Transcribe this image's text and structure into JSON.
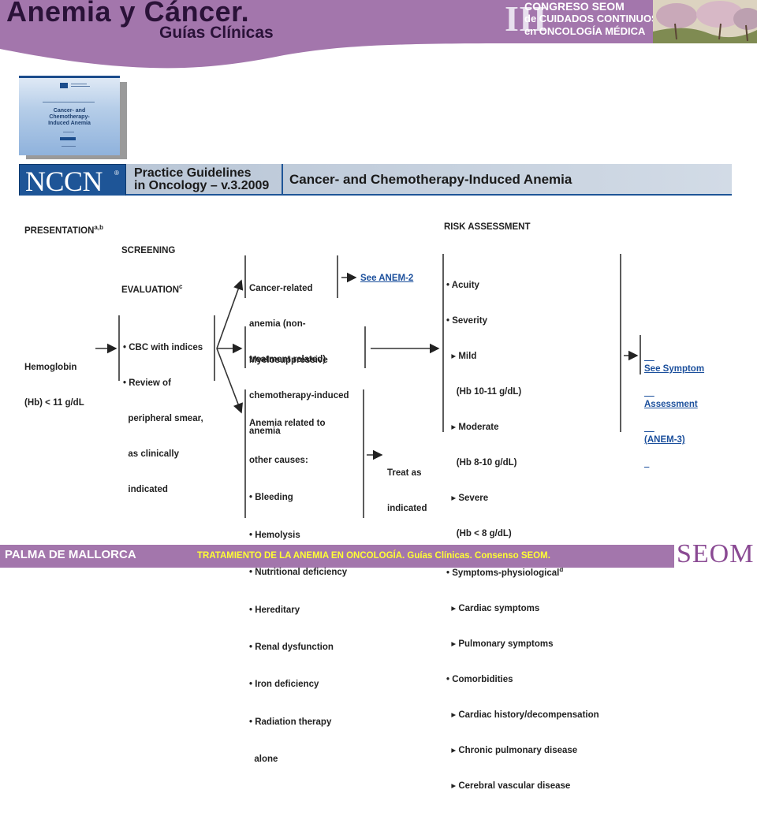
{
  "slide": {
    "title": "Anemia y Cáncer.",
    "subtitle": "Guías Clínicas"
  },
  "congress": {
    "numeral": "III",
    "line1": "CONGRESO SEOM",
    "line2": "de CUIDADOS CONTINUOS",
    "line3": "en ONCOLOGÍA MÉDICA"
  },
  "cover": {
    "title_lines": [
      "Cancer- and",
      "Chemotherapy-",
      "Induced Anemia"
    ]
  },
  "banner": {
    "logo": "NCCN",
    "logo_mark": "®",
    "practice_line1": "Practice Guidelines",
    "practice_line2": "in Oncology – v.3.2009",
    "guideline_title": "Cancer- and Chemotherapy-Induced Anemia"
  },
  "flow": {
    "headers": {
      "presentation": "PRESENTATION",
      "presentation_sup": "a,b",
      "screening_line1": "SCREENING",
      "screening_line2": "EVALUATION",
      "screening_sup": "c",
      "risk": "RISK ASSESSMENT"
    },
    "hemoglobin": [
      "Hemoglobin",
      "(Hb) < 11 g/dL"
    ],
    "screening_box": [
      "• CBC with indices",
      "• Review of",
      "  peripheral smear,",
      "  as clinically",
      "  indicated"
    ],
    "cancer_related": [
      "Cancer-related",
      "anemia (non-",
      "treatment related)"
    ],
    "see_anem2": "See ANEM-2",
    "myelo": [
      "Myelosuppressive",
      "chemotherapy-induced",
      "anemia"
    ],
    "other_causes": [
      "Anemia related to",
      "other causes:",
      "• Bleeding",
      "• Hemolysis",
      "• Nutritional deficiency",
      "• Hereditary",
      "• Renal dysfunction",
      "• Iron deficiency",
      "• Radiation therapy",
      "  alone"
    ],
    "treat": [
      "Treat as",
      "indicated"
    ],
    "risk_items": [
      "• Acuity",
      "• Severity",
      "  ▸ Mild",
      "    (Hb 10-11 g/dL)",
      "  ▸ Moderate",
      "    (Hb 8-10 g/dL)",
      "  ▸ Severe",
      "    (Hb < 8 g/dL)",
      "• Symptoms-physiological",
      "  ▸ Cardiac symptoms",
      "  ▸ Pulmonary symptoms",
      "• Comorbidities",
      "  ▸ Cardiac history/decompensation",
      "  ▸ Chronic pulmonary disease",
      "  ▸ Cerebral vascular disease"
    ],
    "risk_sup": "d",
    "see_symptom": [
      "See Symptom",
      "Assessment",
      "(ANEM-3)"
    ]
  },
  "footer": {
    "left": "PALMA DE MALLORCA",
    "center": "TRATAMIENTO DE LA ANEMIA EN ONCOLOGÍA. Guías Clínicas. Consenso SEOM.",
    "logo": "SEOM"
  },
  "colors": {
    "header_purple": "#a376ac",
    "footer_text": "#ffff33",
    "nccn_blue": "#1e5597",
    "link_blue": "#1b4f9c"
  }
}
